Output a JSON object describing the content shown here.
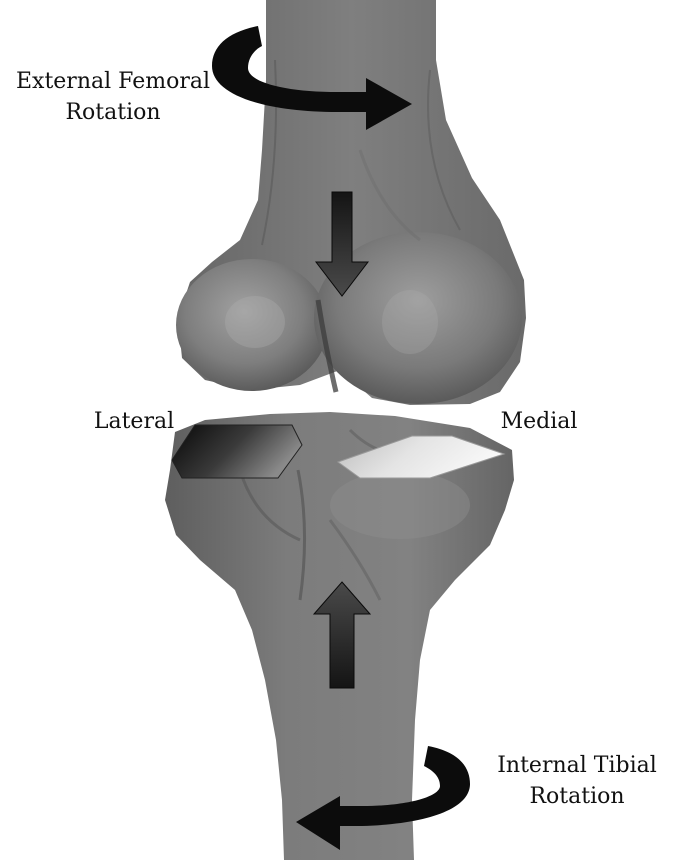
{
  "labels": {
    "external_femoral": [
      "External Femoral",
      "Rotation"
    ],
    "internal_tibial": [
      "Internal Tibial",
      "Rotation"
    ],
    "lateral": "Lateral",
    "medial": "Medial"
  },
  "colors": {
    "bone": "#7d7d7d",
    "bone_shadow": "#4e4e4e",
    "bone_highlight": "#a3a3a3",
    "arrow": "#0c0c0c",
    "text": "#111111",
    "background": "#ffffff"
  },
  "icons": {
    "femoral_rotation": "curved-arrow-right-icon",
    "tibial_rotation": "curved-arrow-left-icon",
    "compression_down": "down-arrow-icon",
    "compression_up": "up-arrow-icon"
  }
}
